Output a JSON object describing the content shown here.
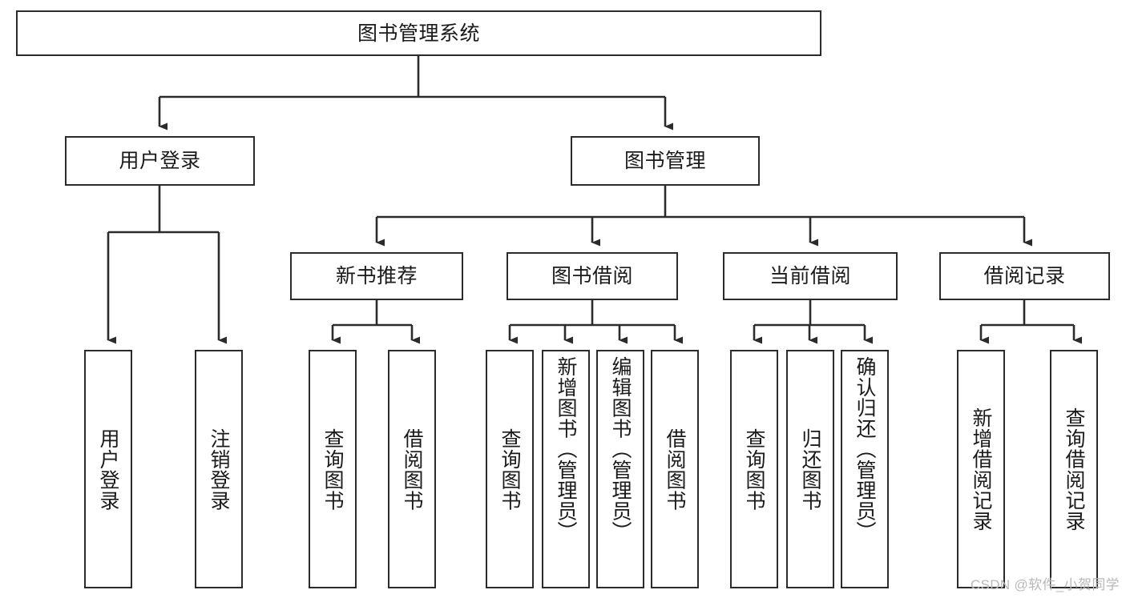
{
  "diagram": {
    "type": "tree-hierarchy-chart",
    "title": "图书管理系统",
    "colors": {
      "box_border": "#2b2b2b",
      "box_fill": "#ffffff",
      "connector": "#2b2b2b",
      "text": "#1a1a1a",
      "watermark": "#b9b9b9",
      "canvas": "#ffffff"
    },
    "root": {
      "label": "图书管理系统"
    },
    "level2": [
      {
        "label": "用户登录"
      },
      {
        "label": "图书管理"
      }
    ],
    "level3": [
      {
        "label": "新书推荐"
      },
      {
        "label": "图书借阅"
      },
      {
        "label": "当前借阅"
      },
      {
        "label": "借阅记录"
      }
    ],
    "leaves": {
      "user_login": [
        {
          "label": "用户登录"
        },
        {
          "label": "注销登录"
        }
      ],
      "new_book_recommend": [
        {
          "label": "查询图书"
        },
        {
          "label": "借阅图书"
        }
      ],
      "book_borrow": [
        {
          "label": "查询图书"
        },
        {
          "label": "新增图书（管理员）"
        },
        {
          "label": "编辑图书（管理员）"
        },
        {
          "label": "借阅图书"
        }
      ],
      "current_borrow": [
        {
          "label": "查询图书"
        },
        {
          "label": "归还图书"
        },
        {
          "label": "确认归还（管理员）"
        }
      ],
      "borrow_record": [
        {
          "label": "新增借阅记录"
        },
        {
          "label": "查询借阅记录"
        }
      ]
    }
  },
  "watermark": {
    "text": "CSDN @软件_小贺同学"
  }
}
